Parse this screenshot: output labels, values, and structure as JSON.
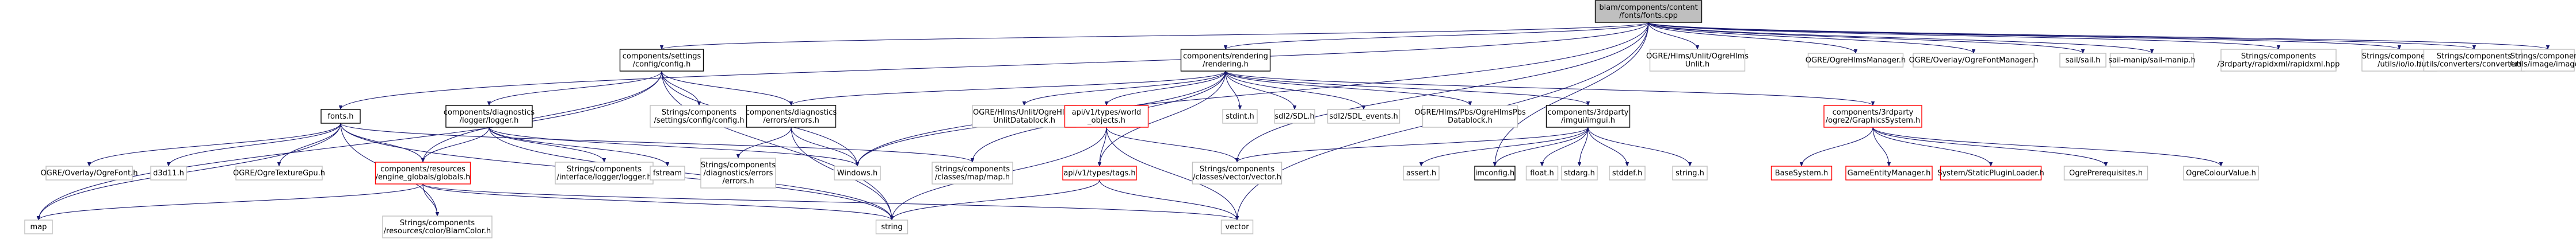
{
  "colors": {
    "root_fill": "#bfbfbf",
    "default_fill": "#ffffff",
    "default_border": "#000000",
    "missing_border": "#bfbfbf",
    "red_border": "#ff0000",
    "edge": "#191970"
  },
  "nodes": [
    {
      "id": "root",
      "lines": [
        "blam/components/content",
        "/fonts/fonts.cpp"
      ],
      "kind": "root"
    },
    {
      "id": "settings",
      "lines": [
        "components/settings",
        "/config/config.h"
      ],
      "kind": "default"
    },
    {
      "id": "rendering",
      "lines": [
        "components/rendering",
        "/rendering.h"
      ],
      "kind": "default"
    },
    {
      "id": "ogre_unit",
      "lines": [
        "OGRE/Hlms/Unlit/OgreHlms",
        "Unlit.h"
      ],
      "kind": "missing"
    },
    {
      "id": "ogre_hlmsmgr",
      "lines": [
        "OGRE/OgreHlmsManager.h"
      ],
      "kind": "missing"
    },
    {
      "id": "ogre_fontmgr",
      "lines": [
        "OGRE/Overlay/OgreFontManager.h"
      ],
      "kind": "missing"
    },
    {
      "id": "sail",
      "lines": [
        "sail/sail.h"
      ],
      "kind": "missing"
    },
    {
      "id": "sailmanip",
      "lines": [
        "sail-manip/sail-manip.h"
      ],
      "kind": "missing"
    },
    {
      "id": "rapidxml",
      "lines": [
        "Strings/components",
        "/3rdparty/rapidxml/rapidxml.hpp"
      ],
      "kind": "missing"
    },
    {
      "id": "io",
      "lines": [
        "Strings/components",
        "/utils/io/io.h"
      ],
      "kind": "missing"
    },
    {
      "id": "converters",
      "lines": [
        "Strings/components",
        "/utils/converters/converters.h"
      ],
      "kind": "missing"
    },
    {
      "id": "image",
      "lines": [
        "Strings/components",
        "/utils/image/image.h"
      ],
      "kind": "missing"
    },
    {
      "id": "fonts",
      "lines": [
        "fonts.h"
      ],
      "kind": "default"
    },
    {
      "id": "logger",
      "lines": [
        "components/diagnostics",
        "/logger/logger.h"
      ],
      "kind": "default"
    },
    {
      "id": "str_config",
      "lines": [
        "Strings/components",
        "/settings/config/config.h"
      ],
      "kind": "missing"
    },
    {
      "id": "errors",
      "lines": [
        "components/diagnostics",
        "/errors/errors.h"
      ],
      "kind": "default"
    },
    {
      "id": "ogre_unlitdb",
      "lines": [
        "OGRE/Hlms/Unlit/OgreHlms",
        "UnlitDatablock.h"
      ],
      "kind": "missing"
    },
    {
      "id": "world",
      "lines": [
        "api/v1/types/world",
        "_objects.h"
      ],
      "kind": "red"
    },
    {
      "id": "stdint",
      "lines": [
        "stdint.h"
      ],
      "kind": "missing"
    },
    {
      "id": "sdl2",
      "lines": [
        "sdl2/SDL.h"
      ],
      "kind": "missing"
    },
    {
      "id": "sdl2events",
      "lines": [
        "sdl2/SDL_events.h"
      ],
      "kind": "missing"
    },
    {
      "id": "ogre_pbsdb",
      "lines": [
        "OGRE/Hlms/Pbs/OgreHlmsPbs",
        "Datablock.h"
      ],
      "kind": "missing"
    },
    {
      "id": "imgui",
      "lines": [
        "components/3rdparty",
        "/imgui/imgui.h"
      ],
      "kind": "default"
    },
    {
      "id": "graphics",
      "lines": [
        "components/3rdparty",
        "/ogre2/GraphicsSystem.h"
      ],
      "kind": "red"
    },
    {
      "id": "ogre_font",
      "lines": [
        "OGRE/Overlay/OgreFont.h"
      ],
      "kind": "missing"
    },
    {
      "id": "d3d11",
      "lines": [
        "d3d11.h"
      ],
      "kind": "missing"
    },
    {
      "id": "ogre_texgpu",
      "lines": [
        "OGRE/OgreTextureGpu.h"
      ],
      "kind": "missing"
    },
    {
      "id": "globals",
      "lines": [
        "components/resources",
        "/engine_globals/globals.h"
      ],
      "kind": "red"
    },
    {
      "id": "str_logger",
      "lines": [
        "Strings/components",
        "/interface/logger/logger.h"
      ],
      "kind": "missing"
    },
    {
      "id": "fstream",
      "lines": [
        "fstream"
      ],
      "kind": "missing"
    },
    {
      "id": "str_errors",
      "lines": [
        "Strings/components",
        "/diagnostics/errors",
        "/errors.h"
      ],
      "kind": "missing"
    },
    {
      "id": "windows",
      "lines": [
        "Windows.h"
      ],
      "kind": "missing"
    },
    {
      "id": "str_map",
      "lines": [
        "Strings/components",
        "/classes/map/map.h"
      ],
      "kind": "missing"
    },
    {
      "id": "tags",
      "lines": [
        "api/v1/types/tags.h"
      ],
      "kind": "red"
    },
    {
      "id": "str_vector",
      "lines": [
        "Strings/components",
        "/classes/vector/vector.h"
      ],
      "kind": "missing"
    },
    {
      "id": "assert",
      "lines": [
        "assert.h"
      ],
      "kind": "missing"
    },
    {
      "id": "imconfig",
      "lines": [
        "imconfig.h"
      ],
      "kind": "default"
    },
    {
      "id": "float",
      "lines": [
        "float.h"
      ],
      "kind": "missing"
    },
    {
      "id": "stdarg",
      "lines": [
        "stdarg.h"
      ],
      "kind": "missing"
    },
    {
      "id": "stddef",
      "lines": [
        "stddef.h"
      ],
      "kind": "missing"
    },
    {
      "id": "string_h",
      "lines": [
        "string.h"
      ],
      "kind": "missing"
    },
    {
      "id": "basesystem",
      "lines": [
        "BaseSystem.h"
      ],
      "kind": "red"
    },
    {
      "id": "gameentity",
      "lines": [
        "GameEntityManager.h"
      ],
      "kind": "red"
    },
    {
      "id": "staticplugin",
      "lines": [
        "System/StaticPluginLoader.h"
      ],
      "kind": "red"
    },
    {
      "id": "ogre_prereq",
      "lines": [
        "OgrePrerequisites.h"
      ],
      "kind": "missing"
    },
    {
      "id": "ogre_colour",
      "lines": [
        "OgreColourValue.h"
      ],
      "kind": "missing"
    },
    {
      "id": "map",
      "lines": [
        "map"
      ],
      "kind": "missing"
    },
    {
      "id": "blamcolor",
      "lines": [
        "Strings/components",
        "/resources/color/BlamColor.h"
      ],
      "kind": "missing"
    },
    {
      "id": "string",
      "lines": [
        "string"
      ],
      "kind": "missing"
    },
    {
      "id": "vector",
      "lines": [
        "vector"
      ],
      "kind": "missing"
    }
  ]
}
